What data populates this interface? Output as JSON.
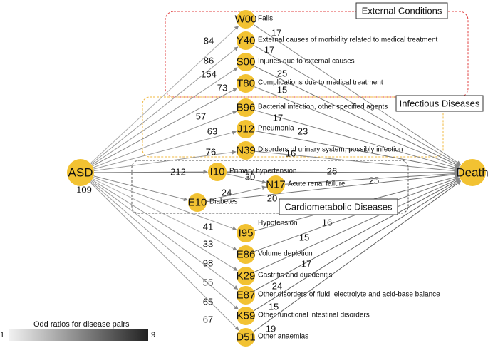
{
  "colors": {
    "node_fill": "#f2c232",
    "external_border": "#e04040",
    "infectious_border": "#f0b840",
    "cardio_border": "#555555",
    "edge_light": "#c8c8c8",
    "edge_dark": "#555555"
  },
  "legend": {
    "title": "Odd ratios for disease pairs",
    "min": "1",
    "max": "9"
  },
  "groups": {
    "external": "External Conditions",
    "infectious": "Infectious Diseases",
    "cardio": "Cardiometabolic Diseases"
  },
  "nodes": {
    "asd": "ASD",
    "death": "Death",
    "W00": {
      "code": "W00",
      "desc": "Falls"
    },
    "Y40": {
      "code": "Y40",
      "desc": "External causes of morbidity related to medical treatment"
    },
    "S00": {
      "code": "S00",
      "desc": "Injuries due to external causes"
    },
    "T80": {
      "code": "T80",
      "desc": "Complications due to medical treatment"
    },
    "B96": {
      "code": "B96",
      "desc": "Bacterial infection, other specified agents"
    },
    "J12": {
      "code": "J12",
      "desc": "Pneumonia"
    },
    "N39": {
      "code": "N39",
      "desc": "Disorders of urinary system, possibly infection"
    },
    "I10": {
      "code": "I10",
      "desc": "Primary hypertension"
    },
    "N17": {
      "code": "N17",
      "desc": "Acute renal failure"
    },
    "E10": {
      "code": "E10",
      "desc": "Diabetes"
    },
    "I95": {
      "code": "I95",
      "desc": "Hypotension"
    },
    "E86": {
      "code": "E86",
      "desc": "Volume depletion"
    },
    "K29": {
      "code": "K29",
      "desc": "Gastritis and duodenitis"
    },
    "E87": {
      "code": "E87",
      "desc": "Other disorders of fluid, electrolyte and acid-base balance"
    },
    "K59": {
      "code": "K59",
      "desc": "Other functional intestinal disorders"
    },
    "D51": {
      "code": "D51",
      "desc": "Other anaemias"
    }
  },
  "edges": [
    {
      "from": "asd",
      "to": "W00",
      "label": "",
      "weight": 3
    },
    {
      "from": "asd",
      "to": "Y40",
      "label": "84",
      "weight": 4
    },
    {
      "from": "asd",
      "to": "S00",
      "label": "86",
      "weight": 4
    },
    {
      "from": "asd",
      "to": "T80",
      "label": "154",
      "weight": 5
    },
    {
      "from": "asd",
      "to": "B96",
      "label": "57",
      "weight": 4
    },
    {
      "from": "asd",
      "to": "J12",
      "label": "63",
      "weight": 4
    },
    {
      "from": "asd",
      "to": "N39",
      "label": "76",
      "weight": 4
    },
    {
      "from": "asd",
      "to": "I10",
      "label": "212",
      "weight": 6
    },
    {
      "from": "asd",
      "to": "E10",
      "label": "109",
      "weight": 5
    },
    {
      "from": "asd",
      "to": "I95",
      "label": "41",
      "weight": 4
    },
    {
      "from": "asd",
      "to": "E86",
      "label": "33",
      "weight": 3
    },
    {
      "from": "asd",
      "to": "K29",
      "label": "98",
      "weight": 4
    },
    {
      "from": "asd",
      "to": "E87",
      "label": "55",
      "weight": 4
    },
    {
      "from": "asd",
      "to": "K59",
      "label": "65",
      "weight": 4
    },
    {
      "from": "asd",
      "to": "D51",
      "label": "67",
      "weight": 4
    },
    {
      "from": "asd",
      "to": "death",
      "label": "",
      "weight": 5
    },
    {
      "from": "T80",
      "to": "",
      "label": "73",
      "weight": 4
    },
    {
      "from": "I10",
      "to": "N17",
      "label": "30",
      "weight": 5
    },
    {
      "from": "E10",
      "to": "N17",
      "label": "24",
      "weight": 5
    },
    {
      "from": "W00",
      "to": "death",
      "label": "17",
      "weight": 5
    },
    {
      "from": "Y40",
      "to": "death",
      "label": "17",
      "weight": 5
    },
    {
      "from": "S00",
      "to": "death",
      "label": "25",
      "weight": 6
    },
    {
      "from": "T80",
      "to": "death",
      "label": "15",
      "weight": 5
    },
    {
      "from": "B96",
      "to": "death",
      "label": "17",
      "weight": 5
    },
    {
      "from": "J12",
      "to": "death",
      "label": "23",
      "weight": 6
    },
    {
      "from": "N39",
      "to": "death",
      "label": "16",
      "weight": 5
    },
    {
      "from": "I10",
      "to": "death",
      "label": "26",
      "weight": 6
    },
    {
      "from": "N17",
      "to": "death",
      "label": "25",
      "weight": 6
    },
    {
      "from": "E10",
      "to": "death",
      "label": "20",
      "weight": 6
    },
    {
      "from": "I95",
      "to": "death",
      "label": "16",
      "weight": 6
    },
    {
      "from": "E86",
      "to": "death",
      "label": "15",
      "weight": 6
    },
    {
      "from": "K29",
      "to": "death",
      "label": "17",
      "weight": 6
    },
    {
      "from": "E87",
      "to": "death",
      "label": "24",
      "weight": 7
    },
    {
      "from": "K59",
      "to": "death",
      "label": "15",
      "weight": 7
    },
    {
      "from": "D51",
      "to": "death",
      "label": "19",
      "weight": 7
    }
  ]
}
